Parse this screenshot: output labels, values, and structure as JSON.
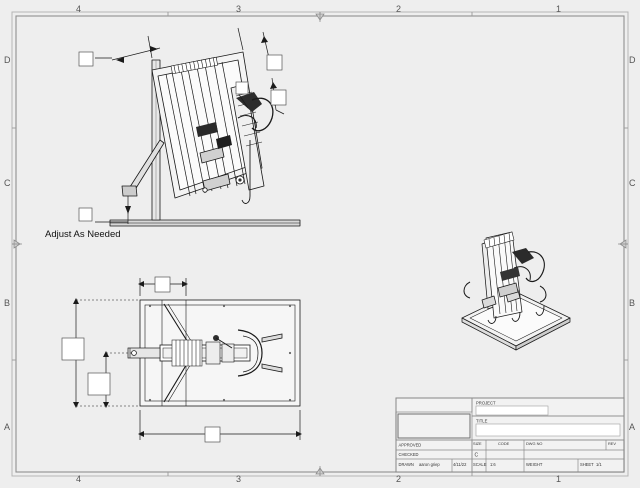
{
  "sheet": {
    "background_color": "#eeeeee",
    "frame_color": "#9a9a9a",
    "line_color": "#1a1a1a"
  },
  "zones": {
    "top": [
      "4",
      "3",
      "2",
      "1"
    ],
    "bottom": [
      "4",
      "3",
      "2",
      "1"
    ],
    "left": [
      "D",
      "C",
      "B",
      "A"
    ],
    "right": [
      "D",
      "C",
      "B",
      "A"
    ],
    "center_marker": "center-tick"
  },
  "annotations": {
    "adjust_note": "Adjust As Needed"
  },
  "views": {
    "side_elevation": {
      "name": "side-elevation-view",
      "callout_boxes": 5
    },
    "plan": {
      "name": "plan-view",
      "callout_boxes": 4
    },
    "isometric": {
      "name": "isometric-view",
      "callout_boxes": 0
    }
  },
  "title_block": {
    "project_label": "PROJECT",
    "project_value": "",
    "title_label": "TITLE",
    "title_value": "",
    "rows": [
      {
        "label": "APPROVED",
        "value": "",
        "date": ""
      },
      {
        "label": "CHECKED",
        "value": "",
        "date": ""
      },
      {
        "label": "DRAWN",
        "value": "aaron griep",
        "date": "4/11/22"
      }
    ],
    "size_label": "SIZE",
    "size_value": "C",
    "code_label": "CODE",
    "code_value": "",
    "dwg_no_label": "DWG NO",
    "dwg_no_value": "",
    "rev_label": "REV",
    "rev_value": "",
    "scale_label": "SCALE",
    "scale_value": "1:6",
    "weight_label": "WEIGHT",
    "weight_value": "",
    "sheet_label": "SHEET",
    "sheet_value": "1/1"
  }
}
